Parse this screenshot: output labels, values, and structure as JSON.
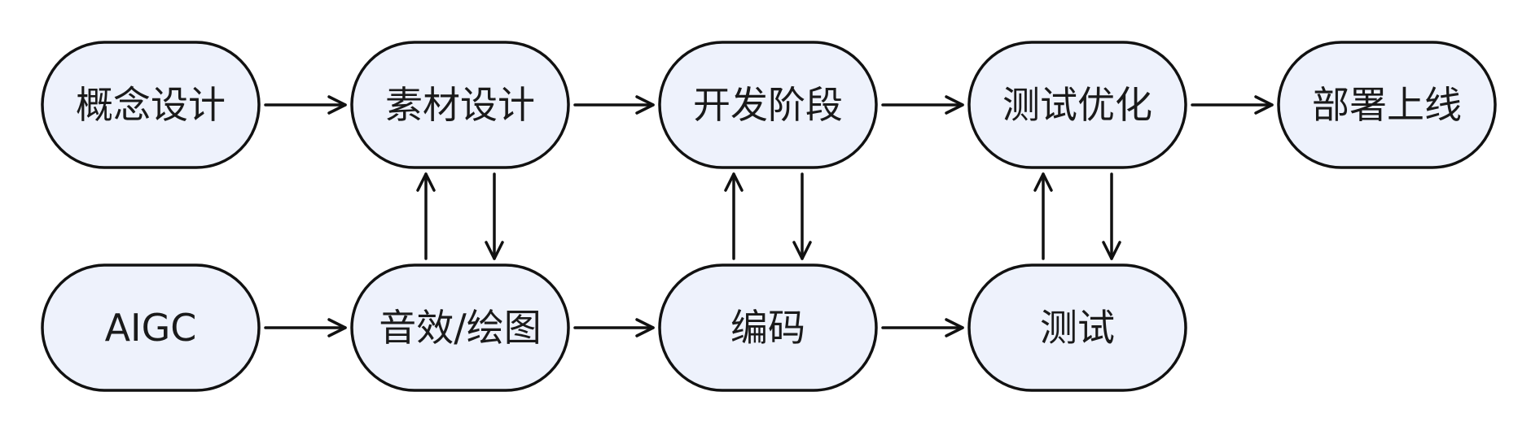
{
  "colors": {
    "node_fill": "#eef2fc",
    "node_stroke": "#111111",
    "text": "#1a1a1a",
    "edge": "#111111",
    "background": "#ffffff"
  },
  "nodes": {
    "concept_design": "概念设计",
    "asset_design": "素材设计",
    "development": "开发阶段",
    "test_optimize": "测试优化",
    "deploy": "部署上线",
    "aigc": "AIGC",
    "audio_art": "音效/绘图",
    "coding": "编码",
    "testing": "测试"
  },
  "edges": [
    {
      "from": "concept_design",
      "to": "asset_design"
    },
    {
      "from": "asset_design",
      "to": "development"
    },
    {
      "from": "development",
      "to": "test_optimize"
    },
    {
      "from": "test_optimize",
      "to": "deploy"
    },
    {
      "from": "aigc",
      "to": "audio_art"
    },
    {
      "from": "audio_art",
      "to": "coding"
    },
    {
      "from": "coding",
      "to": "testing"
    },
    {
      "from": "audio_art",
      "to": "asset_design"
    },
    {
      "from": "asset_design",
      "to": "audio_art"
    },
    {
      "from": "coding",
      "to": "development"
    },
    {
      "from": "development",
      "to": "coding"
    },
    {
      "from": "testing",
      "to": "test_optimize"
    },
    {
      "from": "test_optimize",
      "to": "testing"
    }
  ]
}
